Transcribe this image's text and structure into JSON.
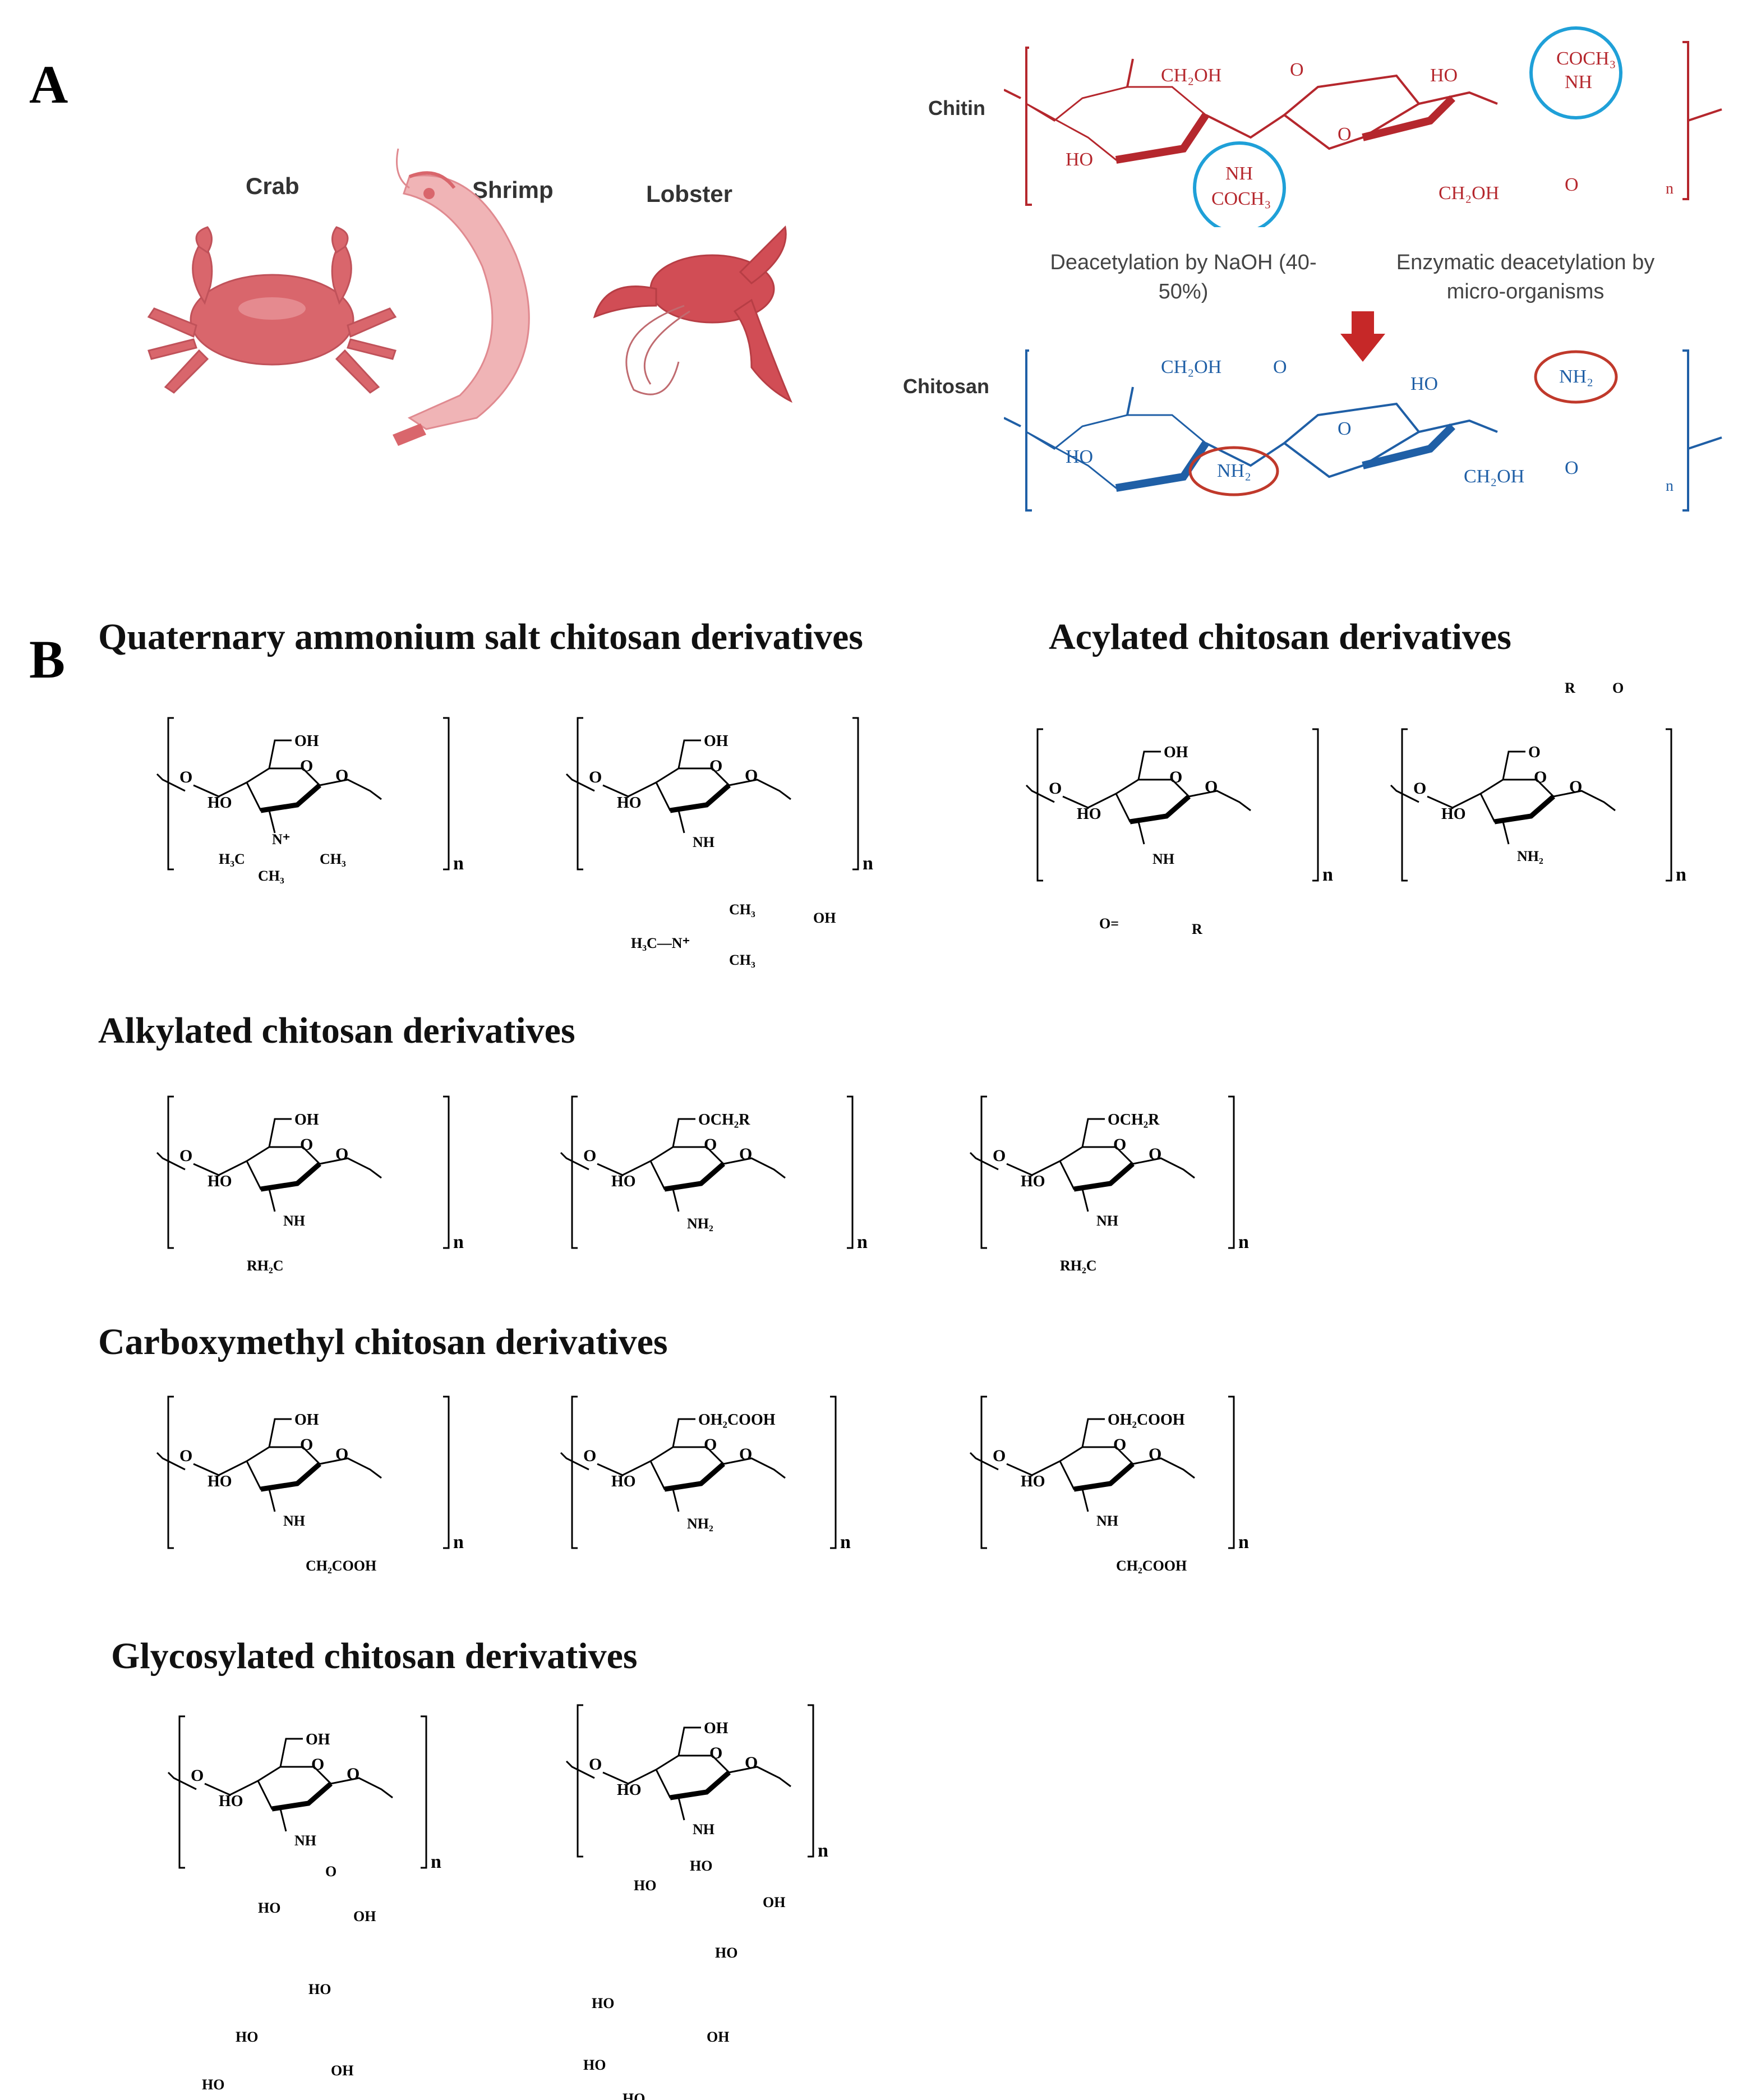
{
  "panels": {
    "a": "A",
    "b": "B"
  },
  "animals": {
    "crab": "Crab",
    "shrimp": "Shrimp",
    "lobster": "Lobster"
  },
  "polymers": {
    "chitin": "Chitin",
    "chitosan": "Chitosan"
  },
  "notes": {
    "naoh": "Deacetylation  by NaOH (40-50%)",
    "enzymatic": "Enzymatic deacetylation  by micro-organisms"
  },
  "groups": {
    "ch2oh": "CH₂OH",
    "nh": "NH",
    "coch3": "COCH₃",
    "nh2": "NH₂",
    "ho": "HO",
    "o": "O",
    "n": "n"
  },
  "headings": {
    "quaternary": "Quaternary ammonium salt chitosan derivatives",
    "acylated": "Acylated chitosan derivatives",
    "alkylated": "Alkylated chitosan derivatives",
    "carboxymethyl": "Carboxymethyl chitosan derivatives",
    "glycosylated": "Glycosylated chitosan derivatives"
  },
  "substituents": {
    "oh": "OH",
    "ho": "HO",
    "o": "O",
    "nh": "NH",
    "nh2": "NH₂",
    "n": "n",
    "n_plus": "N⁺",
    "h3c": "H₃C",
    "ch3": "CH₃",
    "h3c_n": "H₃C—N⁺",
    "r": "R",
    "o_eq": "O=",
    "och2r": "OCH₂R",
    "rh2c": "RH₂C",
    "oh2cooh": "OH₂COOH",
    "ch2cooh": "CH₂COOH"
  },
  "colors": {
    "chitin": "#b5272d",
    "chitosan": "#1f5fa6",
    "blue_circle": "#1fa0d8",
    "red_oval": "#c0392b",
    "animal": "#d9666c",
    "arrow": "#c62828"
  }
}
